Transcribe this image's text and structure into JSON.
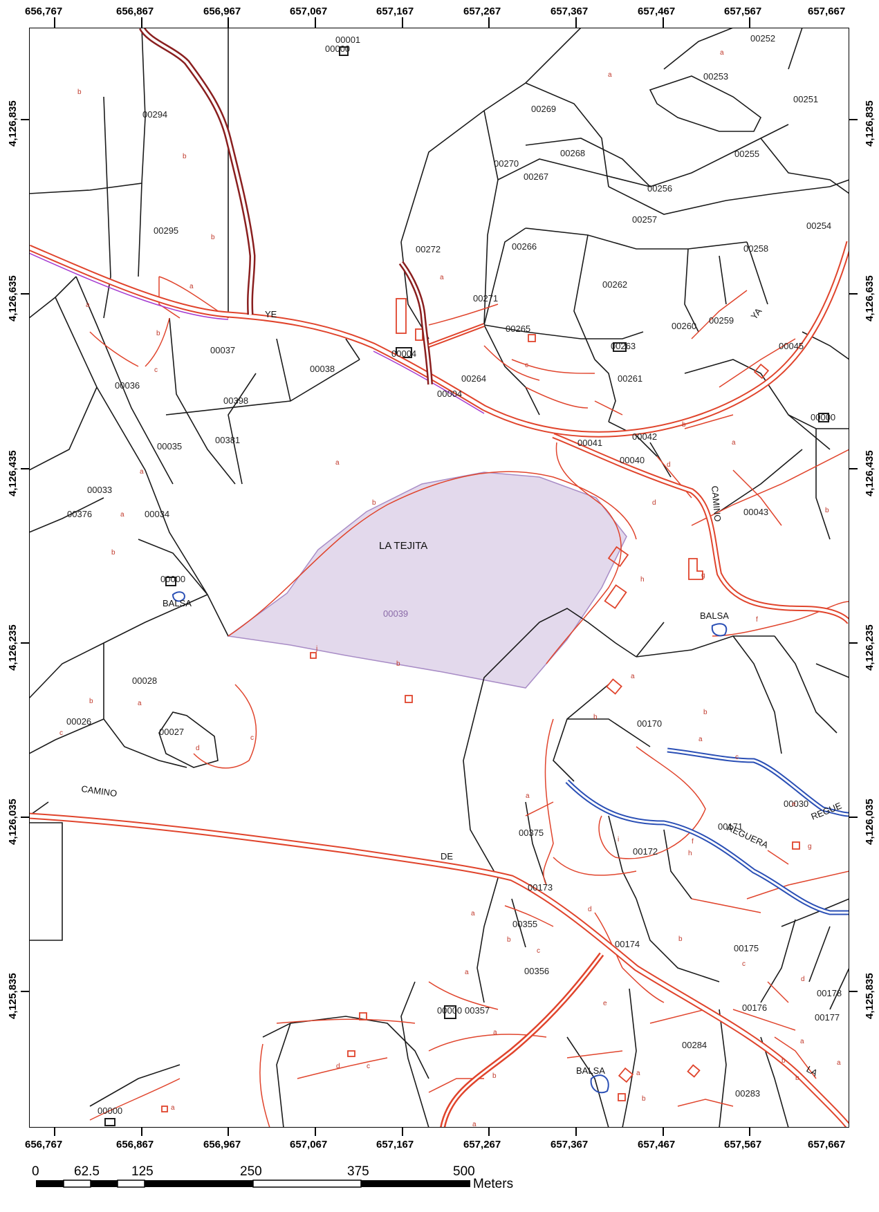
{
  "map": {
    "top_eastings": [
      "656,767",
      "656,867",
      "656,967",
      "657,067",
      "657,167",
      "657,267",
      "657,367",
      "657,467",
      "657,567",
      "657,667"
    ],
    "bottom_eastings": [
      "656,767",
      "656,867",
      "656,967",
      "657,067",
      "657,167",
      "657,267",
      "657,367",
      "657,467",
      "657,567",
      "657,667"
    ],
    "left_northings": [
      "4,126,835",
      "4,126,635",
      "4,126,435",
      "4,126,235",
      "4,126,035",
      "4,125,835"
    ],
    "right_northings": [
      "4,126,835",
      "4,126,635",
      "4,126,435",
      "4,126,235",
      "4,126,035",
      "4,125,835"
    ],
    "place_name": "LA TEJITA",
    "highlighted_parcel": "00039",
    "colors": {
      "parcel_line": "#1a1a1a",
      "subparcel_line": "#e0442c",
      "road": "#e0442c",
      "road_dark": "#8a1f1f",
      "water": "#2a4fb5",
      "highlight_fill": "#e3d9ec",
      "highlight_stroke": "#a88cc6"
    },
    "parcels": [
      "00001",
      "00000",
      "00252",
      "00253",
      "00251",
      "00294",
      "00269",
      "00268",
      "00255",
      "00270",
      "00267",
      "00256",
      "00257",
      "00254",
      "00295",
      "00272",
      "00266",
      "00258",
      "00262",
      "00271",
      "00265",
      "00260",
      "00259",
      "00045",
      "00037",
      "00004",
      "00263",
      "00038",
      "00036",
      "00264",
      "00261",
      "00004",
      "00398",
      "00042",
      "00000",
      "00035",
      "00381",
      "00041",
      "00040",
      "00033",
      "00034",
      "00376",
      "00043",
      "00000",
      "00039",
      "00028",
      "00170",
      "00026",
      "00027",
      "00030",
      "00375",
      "00171",
      "00172",
      "00173",
      "00355",
      "00174",
      "00175",
      "00356",
      "00357",
      "00178",
      "00176",
      "00177",
      "00284",
      "00283",
      "00000",
      "00000"
    ],
    "street_labels": [
      "CAMINO",
      "CAMINO",
      "DE",
      "REGUERA",
      "REGUE",
      "LA",
      "YA",
      "YE"
    ],
    "water_labels": [
      "BALSA",
      "BALSA",
      "BALSA"
    ],
    "subparcel_letters": [
      "b",
      "b",
      "a",
      "a",
      "b",
      "c",
      "a",
      "a",
      "a",
      "b",
      "a",
      "c",
      "d",
      "b",
      "b",
      "a",
      "b",
      "a",
      "a",
      "b",
      "c",
      "d",
      "f",
      "g",
      "h",
      "b",
      "a",
      "b",
      "a",
      "a",
      "c",
      "e",
      "f",
      "g",
      "h",
      "i",
      "j",
      "b",
      "a",
      "b",
      "c",
      "d",
      "a",
      "b",
      "c",
      "d",
      "a",
      "b",
      "c",
      "d",
      "e",
      "a",
      "b",
      "c",
      "d",
      "a",
      "b",
      "a",
      "b",
      "a",
      "a",
      "a",
      "b"
    ]
  },
  "scale_bar": {
    "labels": [
      "0",
      "62.5",
      "125",
      "250",
      "375",
      "500"
    ],
    "unit": "Meters"
  }
}
